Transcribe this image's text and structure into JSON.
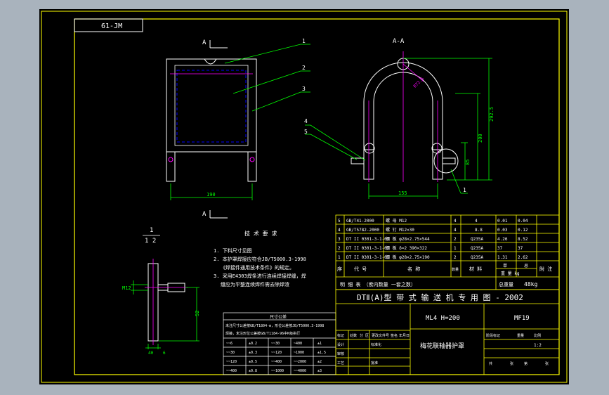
{
  "colors": {
    "background": "#a9b3bd",
    "sheet": "#000000",
    "frame": "#ffff00",
    "outline": "#ffffff",
    "dimension": "#00ff00",
    "hidden": "#0000ff",
    "center": "#ff00ff"
  },
  "drawing": {
    "number_box": "61-JM",
    "view_label_a": "A",
    "section_label": "A-A",
    "detail_scale_top": "1",
    "detail_scale_bottom": "1 2",
    "leaders": [
      "1",
      "2",
      "3",
      "4",
      "5",
      "1"
    ],
    "dims": {
      "front_width": "190",
      "side_width": "155",
      "radius": "R72.5",
      "height_total": "292.5",
      "height_inner": "200",
      "height_small": "85",
      "detail_height": "52",
      "detail_bolt": "M12",
      "detail_plate": "40",
      "detail_thick": "6"
    }
  },
  "tech_requirements": {
    "title": "技 术 要 求",
    "items": [
      "1. 下料尺寸见图",
      "2. 本护罩焊接应符合JB/T5000.3-1998",
      "《焊接件通用技术条件》的规定。",
      "3. 采用E4303焊条进行连续焊接焊缝，焊",
      "缝应为平整连续焊件需去除焊渣"
    ]
  },
  "tolerance_table": {
    "title": "尺寸公差",
    "notes": [
      "未注尺寸公差按GB/T1804-m，形位公差按JB/T5000.3-1998",
      "焊接，未注形位公差按GB/T1184-96中K级执行"
    ],
    "rows": [
      [
        "~~6",
        "±0.2",
        "~~30",
        "~400",
        "±1"
      ],
      [
        "~~30",
        "±0.3",
        "~~120",
        "~1000",
        "±1.5"
      ],
      [
        "~~120",
        "±0.5",
        "~~400",
        "~~2000",
        "±2"
      ],
      [
        "~~400",
        "±0.8",
        "~~1000",
        "~~4000",
        "±3"
      ]
    ]
  },
  "parts_list": {
    "rows": [
      [
        "5",
        "GB/T41-2000",
        "螺 母 M12",
        "4",
        "4",
        "0.01",
        "0.04",
        ""
      ],
      [
        "4",
        "GB/T5782-2000",
        "螺 钉 M12×30",
        "4",
        "8.8",
        "0.03",
        "0.12",
        ""
      ],
      [
        "3",
        "DT II 0301-3-1-03",
        "钢 板 φ28×2.75×544",
        "2",
        "Q235A",
        "4.26",
        "8.52",
        ""
      ],
      [
        "2",
        "DT II 0301-3-1-02",
        "钢 板 δ=2 390×322",
        "1",
        "Q235A",
        "37",
        "37",
        ""
      ],
      [
        "1",
        "DT II 0301-3-1-01",
        "钢 板 φ28×2.75×190",
        "2",
        "Q235A",
        "1.31",
        "2.62",
        ""
      ]
    ],
    "headers": [
      "序",
      "代 号",
      "名 称",
      "数量",
      "材 料",
      "单",
      "总",
      "附 注"
    ],
    "weight_header": "重 量 kg",
    "detail_row": "明 细 表 （索内数量 一套之数）",
    "total_weight_label": "总重量",
    "total_weight_value": "48kg"
  },
  "title_block": {
    "main_title": "DTⅡ(A)型  带 式 输 送 机 专 用 图 - 2002",
    "model": "ML4 H=200",
    "code": "MF19",
    "name": "梅花联轴器护罩",
    "small_labels": [
      "标记",
      "处数",
      "分 区",
      "更改文件号",
      "签名",
      "年月日"
    ],
    "left_labels": [
      "设计",
      "标准化",
      "审核",
      "工艺",
      "批准"
    ],
    "right_labels": [
      "阶段标记",
      "重量",
      "比例",
      "共",
      "张",
      "第",
      "张"
    ],
    "scale": "1:2"
  }
}
